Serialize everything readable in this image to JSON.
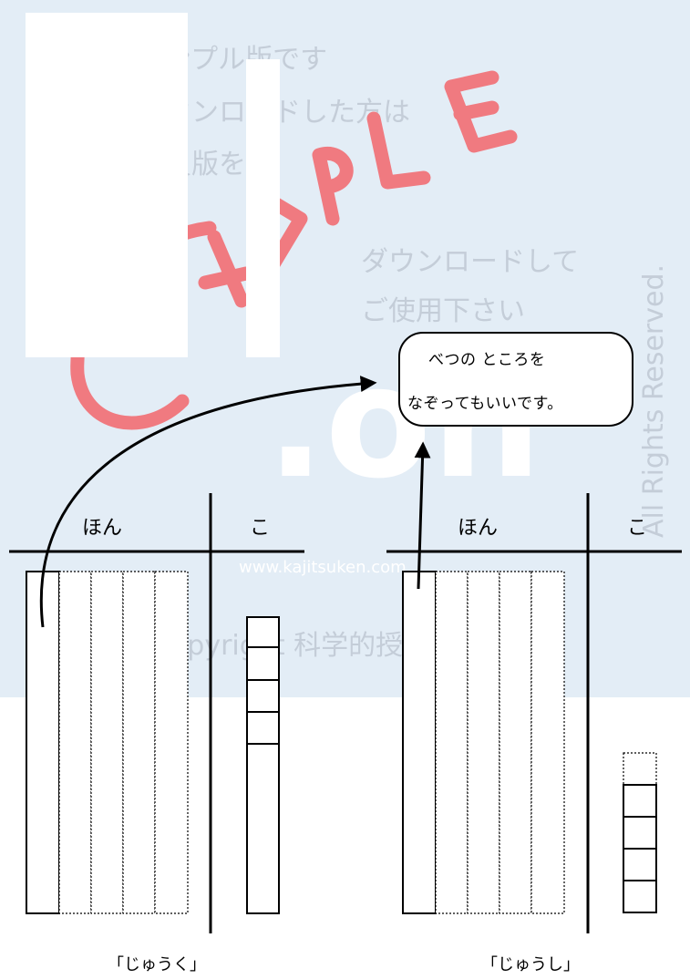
{
  "watermark": {
    "sample_lines": [
      "サンプル版です",
      "ダウンロードした方は",
      "会員版を"
    ],
    "logo_word": "SAMPLE",
    "site_mark": ".on",
    "download_lines": [
      "ダウンロードして",
      "ご使用下さい"
    ],
    "rights": "All Rights Reserved.",
    "url": "www.kajitsuken.com",
    "copyright": "Copyright 科学的授業研究会"
  },
  "bubble": {
    "line1": "べつの ところを",
    "line2": "なぞってもいいです。"
  },
  "left_figure": {
    "header_hon": "ほん",
    "header_ko": "こ",
    "caption": "「じゅうく」",
    "ten_sticks_solid": 1,
    "ten_sticks_dotted": 4,
    "unit_cells_solid": 4,
    "unit_tail": true
  },
  "right_figure": {
    "header_hon": "ほん",
    "header_ko": "こ",
    "caption": "「じゅうし」",
    "ten_sticks_solid": 1,
    "ten_sticks_dotted": 4,
    "unit_cells_solid": 4,
    "unit_cells_dotted": 1
  },
  "colors": {
    "watermark_bg": "#e3edf6",
    "watermark_text": "#c4cdd8",
    "sample_red": "#f07a80"
  }
}
